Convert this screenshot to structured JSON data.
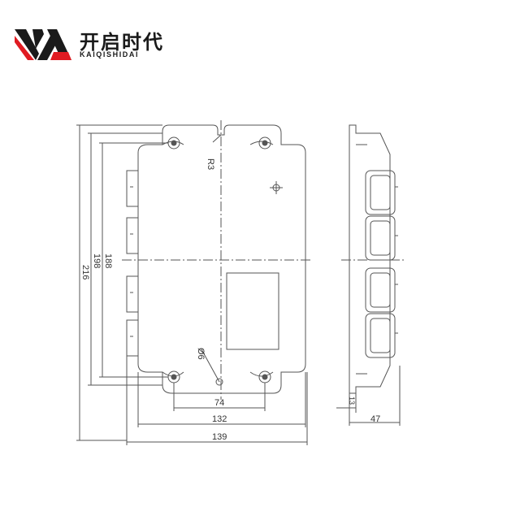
{
  "brand": {
    "name_cn": "开启时代",
    "name_en": "KAIQISHIDAI",
    "logo_icon": "va-logo-icon",
    "accent_color": "#e01b22",
    "dark_color": "#1a1a1a"
  },
  "drawing": {
    "line_color": "#555555",
    "front_view": {
      "dimensions": {
        "height_outer": "216",
        "height_mid": "198",
        "height_inner": "188",
        "width_outer": "139",
        "width_mid": "132",
        "width_holes": "74",
        "radius": "R3",
        "hole_diameter": "Ø6"
      }
    },
    "side_view": {
      "dimensions": {
        "depth": "47",
        "flange": "13"
      }
    }
  }
}
